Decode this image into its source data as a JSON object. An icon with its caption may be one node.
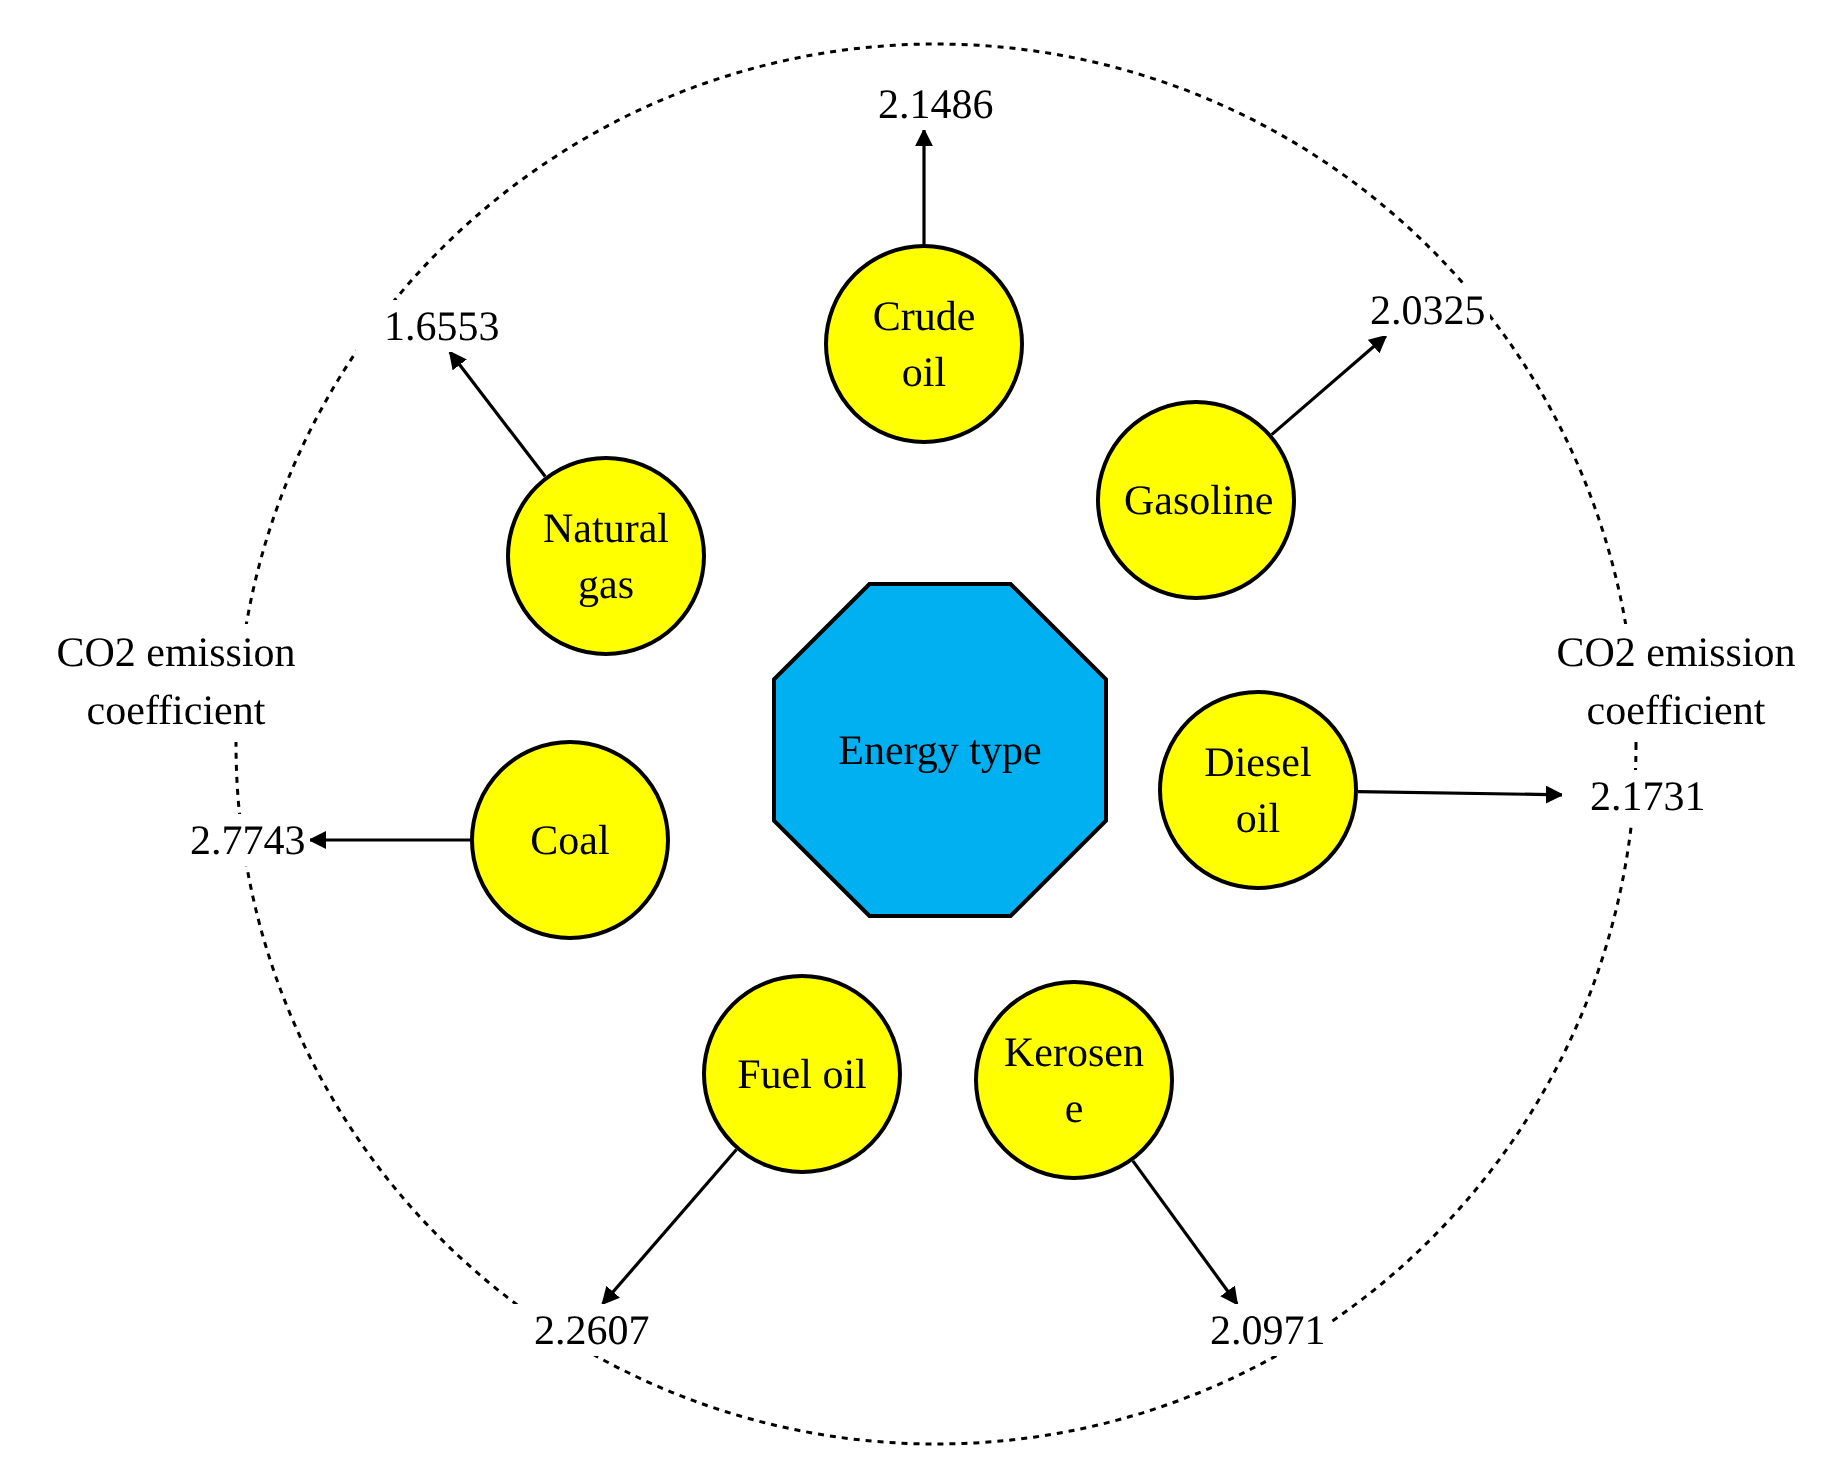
{
  "diagram": {
    "nodes": [
      {
        "text": [
          "Energy type"
        ]
      },
      {
        "text": [
          "Crude oil"
        ]
      },
      {
        "text": [
          "Gasoline"
        ]
      },
      {
        "text": [
          "Diesel oil"
        ]
      },
      {
        "text": [
          "Kerosen e"
        ]
      },
      {
        "text": [
          "Fuel oil"
        ]
      },
      {
        "text": [
          "Coal"
        ]
      },
      {
        "text": [
          "Natural gas"
        ]
      },
      {
        "text": [
          "2.1486"
        ]
      },
      {
        "text": [
          "2.0325"
        ]
      },
      {
        "text": [
          "2.1731"
        ]
      },
      {
        "text": [
          "2.0971"
        ]
      },
      {
        "text": [
          "2.2607"
        ]
      },
      {
        "text": [
          "2.7743"
        ]
      },
      {
        "text": [
          "1.6553"
        ]
      }
    ],
    "edges": [
      {
        "from": 1,
        "to": 8,
        "arrow": "to"
      },
      {
        "from": 2,
        "to": 9,
        "arrow": "to"
      },
      {
        "from": 3,
        "to": 10,
        "arrow": "to"
      },
      {
        "from": 4,
        "to": 11,
        "arrow": "to"
      },
      {
        "from": 5,
        "to": 12,
        "arrow": "to"
      },
      {
        "from": 6,
        "to": 13,
        "arrow": "to"
      },
      {
        "from": 7,
        "to": 14,
        "arrow": "to"
      }
    ],
    "labels": [
      "CO2 emission coefficient",
      "CO2 emission coefficient"
    ]
  }
}
